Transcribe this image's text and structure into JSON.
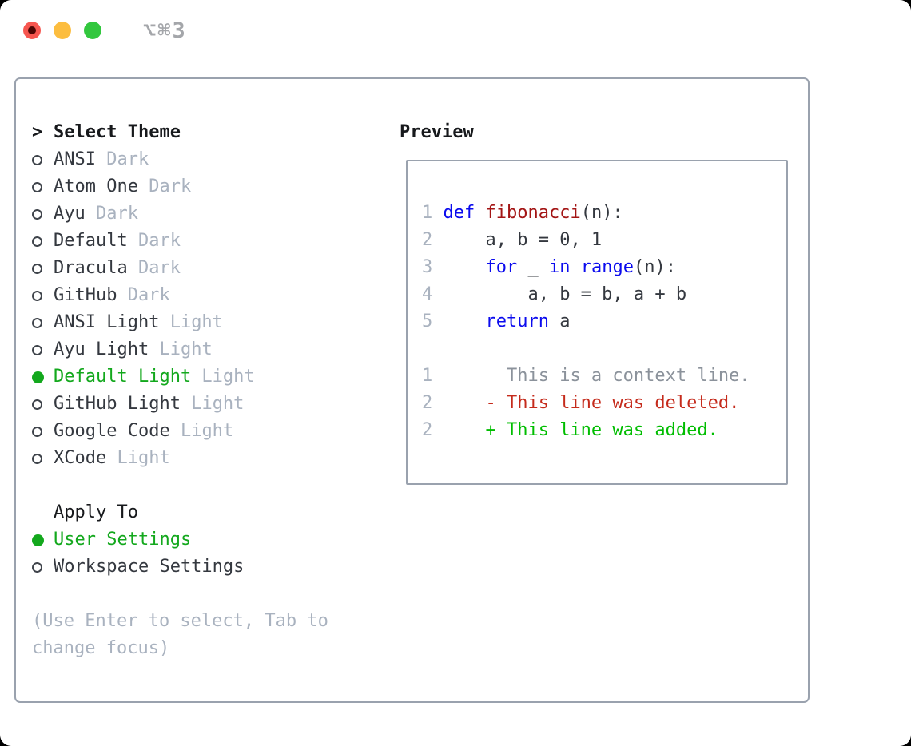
{
  "titlebar": {
    "shortcut": "⌥⌘3"
  },
  "palette": {
    "traffic_red": "#f6564f",
    "traffic_red_dot": "#4d0603",
    "traffic_yellow": "#fcbd3f",
    "traffic_green": "#32c73e",
    "shortcut_gray": "#a4a6aa",
    "border": "#9aa2ae",
    "text": "#34383f",
    "heading": "#17191c",
    "muted": "#a9b2bf",
    "accent_green": "#13a81d",
    "linenum": "#a9b2bf",
    "syn_keyword": "#0b0bee",
    "syn_function": "#a31515",
    "diff_context": "#8b929b",
    "diff_deleted": "#c52b1c",
    "diff_added": "#00bd00"
  },
  "theme_select": {
    "prompt": ">",
    "title": "Select Theme",
    "options": [
      {
        "name": "ANSI",
        "variant": "Dark",
        "selected": false
      },
      {
        "name": "Atom One",
        "variant": "Dark",
        "selected": false
      },
      {
        "name": "Ayu",
        "variant": "Dark",
        "selected": false
      },
      {
        "name": "Default",
        "variant": "Dark",
        "selected": false
      },
      {
        "name": "Dracula",
        "variant": "Dark",
        "selected": false
      },
      {
        "name": "GitHub",
        "variant": "Dark",
        "selected": false
      },
      {
        "name": "ANSI Light",
        "variant": "Light",
        "selected": false
      },
      {
        "name": "Ayu Light",
        "variant": "Light",
        "selected": false
      },
      {
        "name": "Default Light",
        "variant": "Light",
        "selected": true
      },
      {
        "name": "GitHub Light",
        "variant": "Light",
        "selected": false
      },
      {
        "name": "Google Code",
        "variant": "Light",
        "selected": false
      },
      {
        "name": "XCode",
        "variant": "Light",
        "selected": false
      }
    ]
  },
  "apply_to": {
    "title": "Apply To",
    "options": [
      {
        "name": "User Settings",
        "selected": true
      },
      {
        "name": "Workspace Settings",
        "selected": false
      }
    ]
  },
  "hint": "(Use Enter to select, Tab to change focus)",
  "preview": {
    "title": "Preview",
    "lines": [
      {
        "num": "1",
        "segments": [
          {
            "t": "def",
            "s": "kw"
          },
          {
            "t": " "
          },
          {
            "t": "fibonacci",
            "s": "fn"
          },
          {
            "t": "(n):"
          }
        ]
      },
      {
        "num": "2",
        "segments": [
          {
            "t": "    a, b = 0, 1"
          }
        ]
      },
      {
        "num": "3",
        "segments": [
          {
            "t": "    "
          },
          {
            "t": "for",
            "s": "kw"
          },
          {
            "t": " _ "
          },
          {
            "t": "in",
            "s": "kw"
          },
          {
            "t": " "
          },
          {
            "t": "range",
            "s": "kw"
          },
          {
            "t": "(n):"
          }
        ]
      },
      {
        "num": "4",
        "segments": [
          {
            "t": "        a, b = b, a + b"
          }
        ]
      },
      {
        "num": "5",
        "segments": [
          {
            "t": "    "
          },
          {
            "t": "return",
            "s": "kw"
          },
          {
            "t": " a"
          }
        ]
      },
      {
        "num": "",
        "segments": []
      },
      {
        "num": "1",
        "segments": [
          {
            "t": "      This is a context line.",
            "s": "ctx"
          }
        ]
      },
      {
        "num": "2",
        "segments": [
          {
            "t": "    - This line was deleted.",
            "s": "del"
          }
        ]
      },
      {
        "num": "2",
        "segments": [
          {
            "t": "    + This line was added.",
            "s": "add"
          }
        ]
      }
    ]
  }
}
